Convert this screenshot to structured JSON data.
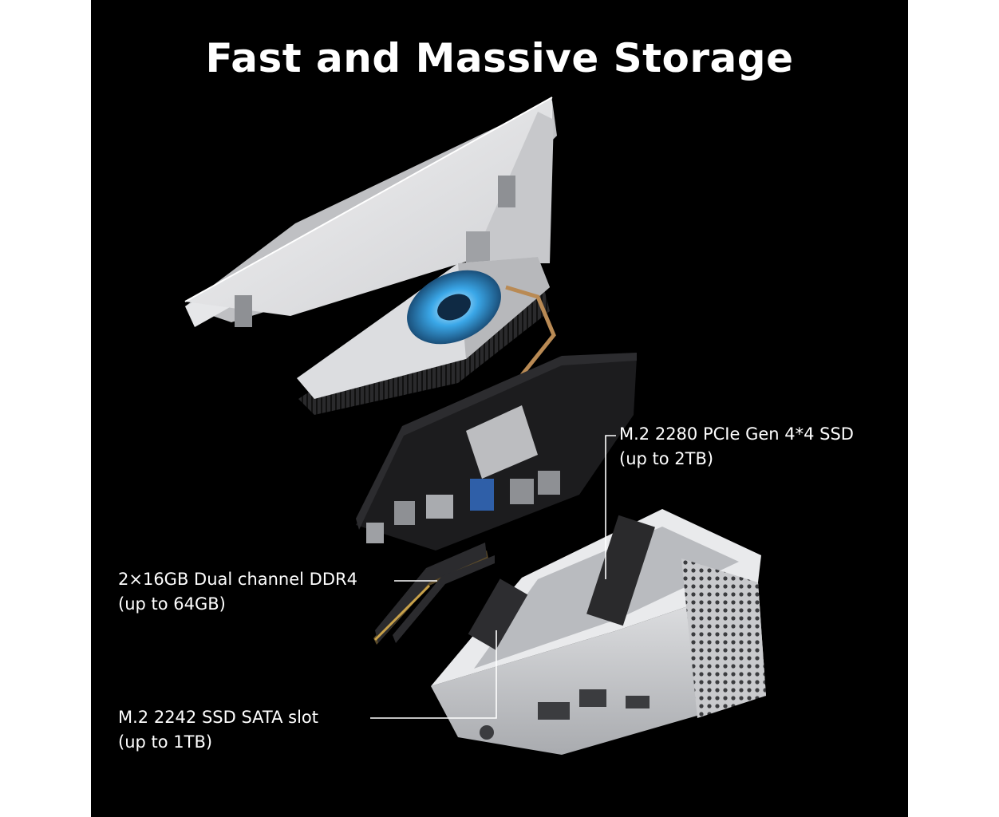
{
  "headline": "Fast and Massive Storage",
  "callouts": {
    "pcie_ssd": {
      "line1": "M.2 2280 PCIe Gen 4*4 SSD",
      "line2": "(up to 2TB)"
    },
    "memory": {
      "line1": "2×16GB Dual channel DDR4",
      "line2": "(up to 64GB)"
    },
    "sata_slot": {
      "line1": "M.2 2242 SSD SATA slot",
      "line2": "(up to 1TB)"
    }
  },
  "colors": {
    "background": "#000000",
    "text": "#ffffff",
    "chassis": "#d9dadc",
    "board": "#1c1c1e",
    "fan_glow": "#3aa7e8"
  }
}
